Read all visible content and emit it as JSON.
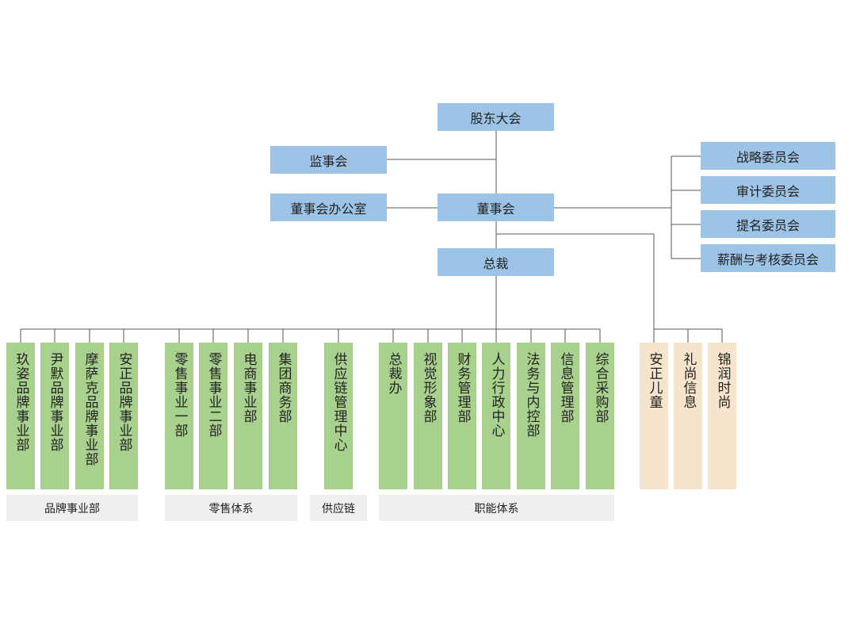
{
  "top": {
    "shareholders": "股东大会",
    "supervisory": "监事会",
    "board": "董事会",
    "board_office": "董事会办公室",
    "president": "总裁"
  },
  "committees": [
    "战略委员会",
    "审计委员会",
    "提名委员会",
    "薪酬与考核委员会"
  ],
  "departments": [
    {
      "label": "玖姿品牌事业部",
      "group": "brand"
    },
    {
      "label": "尹默品牌事业部",
      "group": "brand"
    },
    {
      "label": "摩萨克品牌事业部",
      "group": "brand"
    },
    {
      "label": "安正品牌事业部",
      "group": "brand"
    },
    {
      "label": "零售事业一部",
      "group": "retail"
    },
    {
      "label": "零售事业二部",
      "group": "retail"
    },
    {
      "label": "电商事业部",
      "group": "retail"
    },
    {
      "label": "集团商务部",
      "group": "retail"
    },
    {
      "label": "供应链管理中心",
      "group": "supply"
    },
    {
      "label": "总裁办",
      "group": "function"
    },
    {
      "label": "视觉形象部",
      "group": "function"
    },
    {
      "label": "财务管理部",
      "group": "function"
    },
    {
      "label": "人力行政中心",
      "group": "function"
    },
    {
      "label": "法务与内控部",
      "group": "function"
    },
    {
      "label": "信息管理部",
      "group": "function"
    },
    {
      "label": "综合采购部",
      "group": "function"
    }
  ],
  "subsidiaries": [
    "安正儿童",
    "礼尚信息",
    "锦润时尚"
  ],
  "categories": {
    "brand": "品牌事业部",
    "retail": "零售体系",
    "supply": "供应链",
    "function": "职能体系"
  },
  "colors": {
    "top_box": "#9dc3e6",
    "department": "#a9d18e",
    "subsidiary": "#f6e4cc",
    "category": "#efefef",
    "line": "#555555"
  }
}
